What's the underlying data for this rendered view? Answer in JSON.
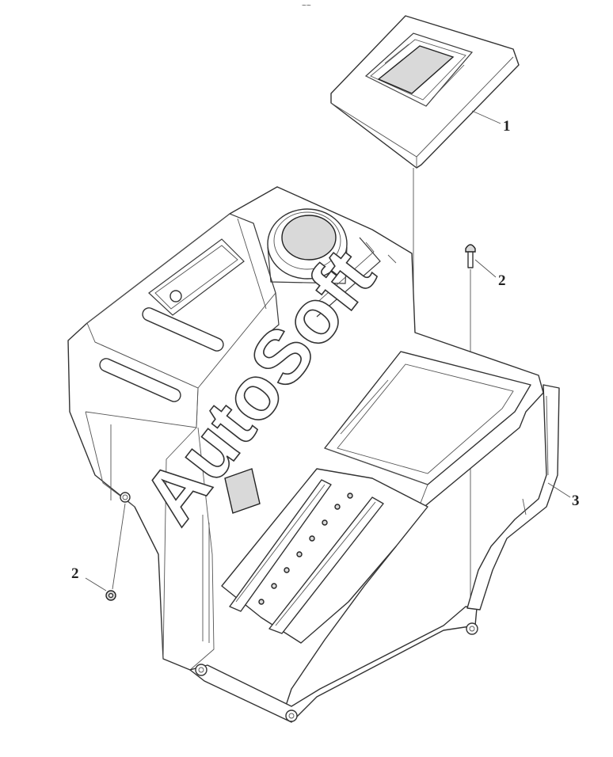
{
  "top_mark": "~~",
  "watermark": "AutoSoft",
  "callouts": [
    {
      "id": "callout-1",
      "label": "1"
    },
    {
      "id": "callout-2-screw",
      "label": "2"
    },
    {
      "id": "callout-2-side",
      "label": "2"
    },
    {
      "id": "callout-3",
      "label": "3"
    }
  ],
  "colors": {
    "line": "#333333",
    "background": "#ffffff"
  }
}
